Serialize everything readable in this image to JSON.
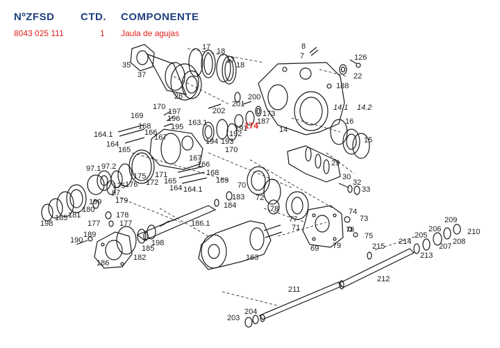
{
  "header": {
    "col_part_number": "NºZFSD",
    "col_qty": "CTD.",
    "col_component": "COMPONENTE"
  },
  "selected": {
    "part_number": "8043 025 111",
    "qty": "1",
    "component": "Jaula de agujas"
  },
  "colors": {
    "header": "#1f3f7f",
    "selected": "#e0201b",
    "line": "#1a1a1a",
    "ghost": "#9a9a9a"
  },
  "callouts": [
    {
      "id": "lbl-17a",
      "text": "17"
    },
    {
      "id": "lbl-18a",
      "text": "18"
    },
    {
      "id": "lbl-17b",
      "text": "17"
    },
    {
      "id": "lbl-18b",
      "text": "18"
    },
    {
      "id": "lbl-35",
      "text": "35"
    },
    {
      "id": "lbl-37",
      "text": "37"
    },
    {
      "id": "lbl-26",
      "text": "26"
    },
    {
      "id": "lbl-8",
      "text": "8"
    },
    {
      "id": "lbl-7",
      "text": "7"
    },
    {
      "id": "lbl-126",
      "text": "126"
    },
    {
      "id": "lbl-22",
      "text": "22"
    },
    {
      "id": "lbl-188",
      "text": "188"
    },
    {
      "id": "lbl-200",
      "text": "200"
    },
    {
      "id": "lbl-201",
      "text": "201"
    },
    {
      "id": "lbl-202",
      "text": "202"
    },
    {
      "id": "lbl-173",
      "text": "173"
    },
    {
      "id": "lbl-187",
      "text": "187"
    },
    {
      "id": "lbl-14",
      "text": "14"
    },
    {
      "id": "lbl-14-1",
      "text": "14.1"
    },
    {
      "id": "lbl-14-2",
      "text": "14.2"
    },
    {
      "id": "lbl-170a",
      "text": "170"
    },
    {
      "id": "lbl-197",
      "text": "197"
    },
    {
      "id": "lbl-169",
      "text": "169"
    },
    {
      "id": "lbl-196",
      "text": "196"
    },
    {
      "id": "lbl-168",
      "text": "168"
    },
    {
      "id": "lbl-195",
      "text": "195"
    },
    {
      "id": "lbl-163-1",
      "text": "163.1"
    },
    {
      "id": "lbl-166",
      "text": "166"
    },
    {
      "id": "lbl-167",
      "text": "167"
    },
    {
      "id": "lbl-164-1",
      "text": "164.1"
    },
    {
      "id": "lbl-164",
      "text": "164"
    },
    {
      "id": "lbl-165",
      "text": "165"
    },
    {
      "id": "lbl-191",
      "text": "191"
    },
    {
      "id": "lbl-192",
      "text": "192"
    },
    {
      "id": "lbl-194",
      "text": "194"
    },
    {
      "id": "lbl-193",
      "text": "193"
    },
    {
      "id": "lbl-16",
      "text": "16"
    },
    {
      "id": "lbl-15",
      "text": "15"
    },
    {
      "id": "lbl-170b",
      "text": "170"
    },
    {
      "id": "lbl-29",
      "text": "29"
    },
    {
      "id": "lbl-97-1",
      "text": "97.1"
    },
    {
      "id": "lbl-97-2",
      "text": "97.2"
    },
    {
      "id": "lbl-175",
      "text": "175"
    },
    {
      "id": "lbl-175b",
      "text": "175"
    },
    {
      "id": "lbl-176",
      "text": "176"
    },
    {
      "id": "lbl-97",
      "text": "97"
    },
    {
      "id": "lbl-171",
      "text": "171"
    },
    {
      "id": "lbl-172",
      "text": "172"
    },
    {
      "id": "lbl-165b",
      "text": "165"
    },
    {
      "id": "lbl-164b",
      "text": "164"
    },
    {
      "id": "lbl-164-1b",
      "text": "164.1"
    },
    {
      "id": "lbl-167b",
      "text": "167"
    },
    {
      "id": "lbl-166b",
      "text": "166"
    },
    {
      "id": "lbl-168b",
      "text": "168"
    },
    {
      "id": "lbl-169b",
      "text": "169"
    },
    {
      "id": "lbl-70",
      "text": "70"
    },
    {
      "id": "lbl-72",
      "text": "72"
    },
    {
      "id": "lbl-30",
      "text": "30"
    },
    {
      "id": "lbl-32",
      "text": "32"
    },
    {
      "id": "lbl-33",
      "text": "33"
    },
    {
      "id": "lbl-199",
      "text": "199"
    },
    {
      "id": "lbl-179",
      "text": "179"
    },
    {
      "id": "lbl-181",
      "text": "181"
    },
    {
      "id": "lbl-180",
      "text": "180"
    },
    {
      "id": "lbl-185a",
      "text": "185"
    },
    {
      "id": "lbl-198a",
      "text": "198"
    },
    {
      "id": "lbl-183",
      "text": "183"
    },
    {
      "id": "lbl-184",
      "text": "184"
    },
    {
      "id": "lbl-178",
      "text": "178"
    },
    {
      "id": "lbl-177a",
      "text": "177"
    },
    {
      "id": "lbl-177b",
      "text": "177"
    },
    {
      "id": "lbl-78",
      "text": "78"
    },
    {
      "id": "lbl-74",
      "text": "74"
    },
    {
      "id": "lbl-73",
      "text": "73"
    },
    {
      "id": "lbl-186-1",
      "text": "186.1"
    },
    {
      "id": "lbl-77",
      "text": "77"
    },
    {
      "id": "lbl-71",
      "text": "71"
    },
    {
      "id": "lbl-76",
      "text": "76"
    },
    {
      "id": "lbl-75",
      "text": "75"
    },
    {
      "id": "lbl-189",
      "text": "189"
    },
    {
      "id": "lbl-190",
      "text": "190"
    },
    {
      "id": "lbl-198b",
      "text": "198"
    },
    {
      "id": "lbl-185b",
      "text": "185"
    },
    {
      "id": "lbl-69",
      "text": "69"
    },
    {
      "id": "lbl-79",
      "text": "79"
    },
    {
      "id": "lbl-186",
      "text": "186"
    },
    {
      "id": "lbl-182",
      "text": "182"
    },
    {
      "id": "lbl-163",
      "text": "163"
    },
    {
      "id": "lbl-215",
      "text": "215"
    },
    {
      "id": "lbl-214",
      "text": "214"
    },
    {
      "id": "lbl-205",
      "text": "205"
    },
    {
      "id": "lbl-206",
      "text": "206"
    },
    {
      "id": "lbl-209",
      "text": "209"
    },
    {
      "id": "lbl-210",
      "text": "210"
    },
    {
      "id": "lbl-213",
      "text": "213"
    },
    {
      "id": "lbl-207",
      "text": "207"
    },
    {
      "id": "lbl-208",
      "text": "208"
    },
    {
      "id": "lbl-212",
      "text": "212"
    },
    {
      "id": "lbl-211",
      "text": "211"
    },
    {
      "id": "lbl-204",
      "text": "204"
    },
    {
      "id": "lbl-203",
      "text": "203"
    }
  ],
  "highlighted_callout": "174"
}
